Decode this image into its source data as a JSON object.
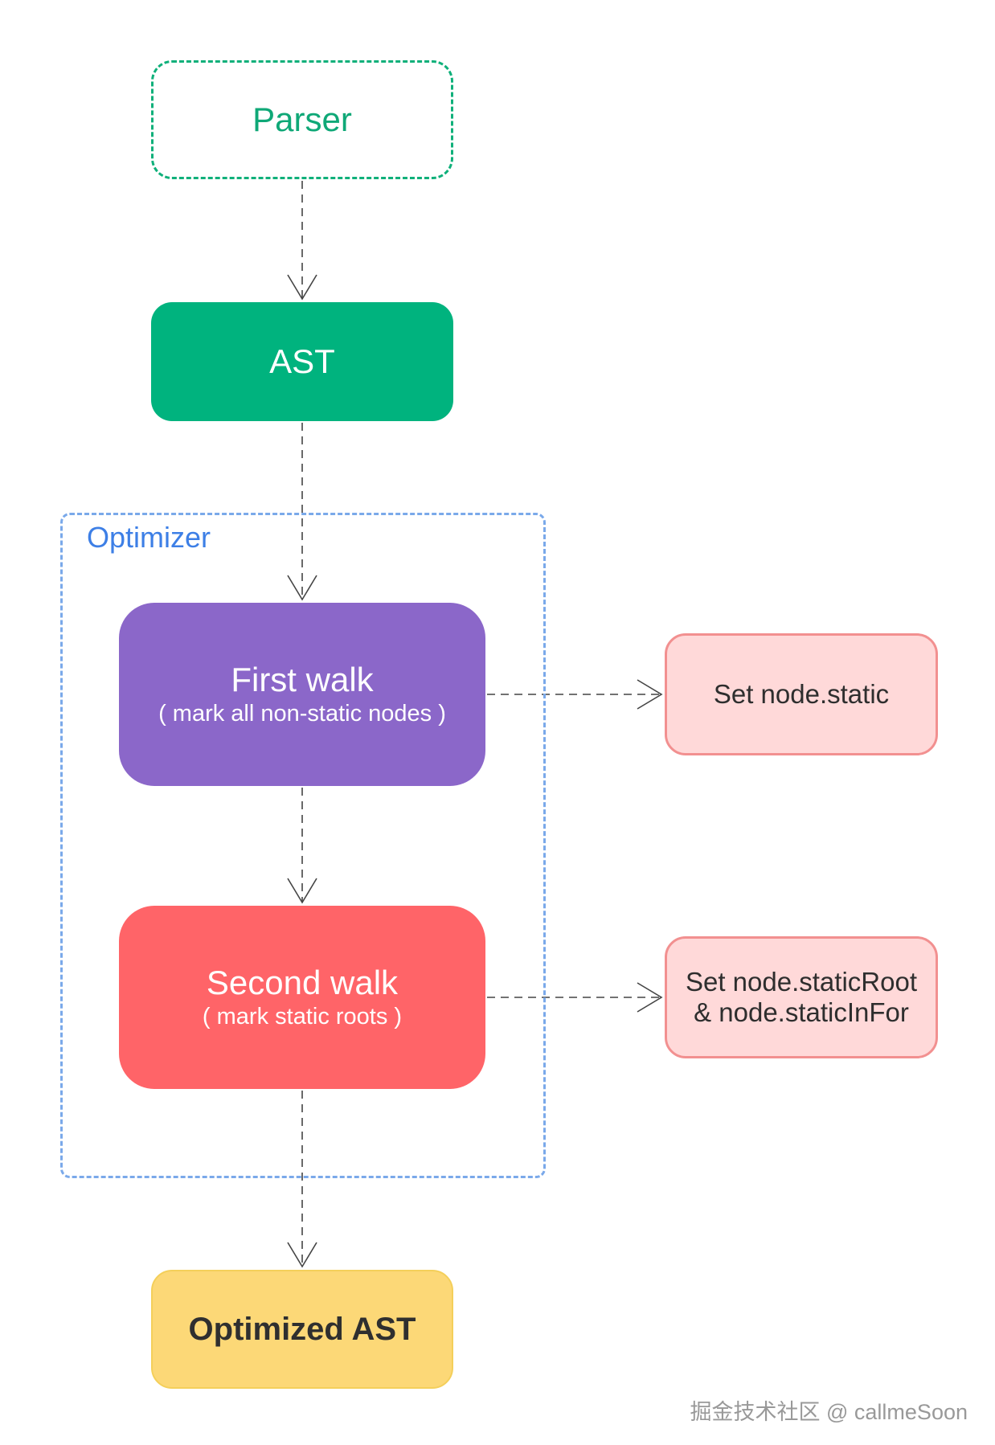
{
  "nodes": {
    "parser": "Parser",
    "ast": "AST",
    "optimizer_label": "Optimizer",
    "first_walk": {
      "title": "First walk",
      "subtitle": "( mark all non-static nodes )"
    },
    "second_walk": {
      "title": "Second walk",
      "subtitle": "( mark static roots )"
    },
    "set_static": "Set node.static",
    "set_static_root": {
      "line1": "Set node.staticRoot",
      "line2": "& node.staticInFor"
    },
    "optimized_ast": "Optimized AST"
  },
  "watermark": "掘金技术社区 @ callmeSoon",
  "colors": {
    "parser_green": "#0fb07a",
    "ast_green": "#00b37e",
    "optimizer_blue": "#7aa9ea",
    "first_walk_purple": "#8b67c9",
    "second_walk_red": "#ff6468",
    "side_pink": "#ffd9d9",
    "optimized_yellow": "#fcd877"
  }
}
